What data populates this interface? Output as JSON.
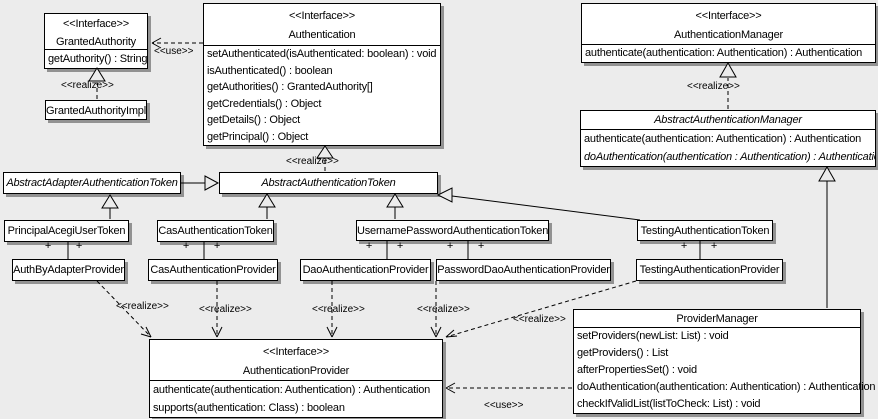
{
  "labels": {
    "use": "<<use>>",
    "realize": "<<realize>>",
    "plus": "+"
  },
  "classes": {
    "granted_authority": {
      "stereotype": "<<Interface>>",
      "name": "GrantedAuthority",
      "methods": [
        "getAuthority() : String"
      ]
    },
    "granted_authority_impl": {
      "name": "GrantedAuthorityImpl"
    },
    "authentication": {
      "stereotype": "<<Interface>>",
      "name": "Authentication",
      "methods": [
        "setAuthenticated(isAuthenticated: boolean) : void",
        "isAuthenticated() : boolean",
        "getAuthorities() : GrantedAuthority[]",
        "getCredentials() : Object",
        "getDetails() : Object",
        "getPrincipal() : Object"
      ]
    },
    "authentication_manager": {
      "stereotype": "<<Interface>>",
      "name": "AuthenticationManager",
      "methods": [
        "authenticate(authentication: Authentication) : Authentication"
      ]
    },
    "abstract_authentication_manager": {
      "name": "AbstractAuthenticationManager",
      "methods": [
        "authenticate(authentication: Authentication) : Authentication",
        "doAuthentication(authentication : Authentication) : Authentication"
      ]
    },
    "abstract_adapter_authentication_token": {
      "name": "AbstractAdapterAuthenticationToken"
    },
    "abstract_authentication_token": {
      "name": "AbstractAuthenticationToken"
    },
    "principal_acegi_user_token": {
      "name": "PrincipalAcegiUserToken"
    },
    "cas_authentication_token": {
      "name": "CasAuthenticationToken"
    },
    "username_password_authentication_token": {
      "name": "UsernamePasswordAuthenticationToken"
    },
    "testing_authentication_token": {
      "name": "TestingAuthenticationToken"
    },
    "auth_by_adapter_provider": {
      "name": "AuthByAdapterProvider"
    },
    "cas_authentication_provider": {
      "name": "CasAuthenticationProvider"
    },
    "dao_authentication_provider": {
      "name": "DaoAuthenticationProvider"
    },
    "password_dao_authentication_provider": {
      "name": "PasswordDaoAuthenticationProvider"
    },
    "testing_authentication_provider": {
      "name": "TestingAuthenticationProvider"
    },
    "authentication_provider": {
      "stereotype": "<<Interface>>",
      "name": "AuthenticationProvider",
      "methods": [
        "authenticate(authentication: Authentication) : Authentication",
        "supports(authentication: Class) : boolean"
      ]
    },
    "provider_manager": {
      "name": "ProviderManager",
      "methods": [
        "setProviders(newList: List) : void",
        "getProviders() : List",
        "afterPropertiesSet() : void",
        "doAuthentication(authentication: Authentication) : Authentication",
        "checkIfValidList(listToCheck: List) : void"
      ]
    }
  },
  "relationships": [
    {
      "from": "Authentication",
      "to": "GrantedAuthority",
      "type": "use"
    },
    {
      "from": "GrantedAuthorityImpl",
      "to": "GrantedAuthority",
      "type": "realize"
    },
    {
      "from": "AbstractAuthenticationToken",
      "to": "Authentication",
      "type": "realize"
    },
    {
      "from": "AbstractAuthenticationManager",
      "to": "AuthenticationManager",
      "type": "realize"
    },
    {
      "from": "AbstractAdapterAuthenticationToken",
      "to": "AbstractAuthenticationToken",
      "type": "generalization"
    },
    {
      "from": "PrincipalAcegiUserToken",
      "to": "AbstractAdapterAuthenticationToken",
      "type": "generalization"
    },
    {
      "from": "CasAuthenticationToken",
      "to": "AbstractAuthenticationToken",
      "type": "generalization"
    },
    {
      "from": "UsernamePasswordAuthenticationToken",
      "to": "AbstractAuthenticationToken",
      "type": "generalization"
    },
    {
      "from": "TestingAuthenticationToken",
      "to": "AbstractAuthenticationToken",
      "type": "generalization"
    },
    {
      "from": "ProviderManager",
      "to": "AbstractAuthenticationManager",
      "type": "generalization"
    },
    {
      "from": "PrincipalAcegiUserToken",
      "to": "AuthByAdapterProvider",
      "type": "association",
      "ends": [
        "+",
        "+"
      ]
    },
    {
      "from": "CasAuthenticationToken",
      "to": "CasAuthenticationProvider",
      "type": "association",
      "ends": [
        "+",
        "+"
      ]
    },
    {
      "from": "UsernamePasswordAuthenticationToken",
      "to": "DaoAuthenticationProvider",
      "type": "association",
      "ends": [
        "+",
        "+"
      ]
    },
    {
      "from": "UsernamePasswordAuthenticationToken",
      "to": "PasswordDaoAuthenticationProvider",
      "type": "association",
      "ends": [
        "+",
        "+"
      ]
    },
    {
      "from": "TestingAuthenticationToken",
      "to": "TestingAuthenticationProvider",
      "type": "association",
      "ends": [
        "+",
        "+"
      ]
    },
    {
      "from": "AuthByAdapterProvider",
      "to": "AuthenticationProvider",
      "type": "realize"
    },
    {
      "from": "CasAuthenticationProvider",
      "to": "AuthenticationProvider",
      "type": "realize"
    },
    {
      "from": "DaoAuthenticationProvider",
      "to": "AuthenticationProvider",
      "type": "realize"
    },
    {
      "from": "PasswordDaoAuthenticationProvider",
      "to": "AuthenticationProvider",
      "type": "realize"
    },
    {
      "from": "TestingAuthenticationProvider",
      "to": "AuthenticationProvider",
      "type": "realize"
    },
    {
      "from": "ProviderManager",
      "to": "AuthenticationProvider",
      "type": "use"
    }
  ]
}
